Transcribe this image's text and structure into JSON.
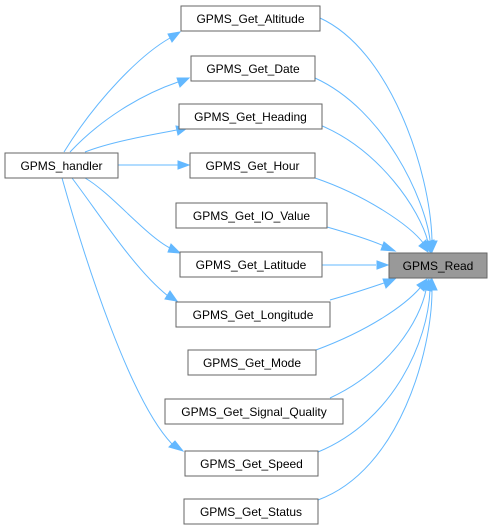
{
  "nodes": {
    "read": "GPMS_Read",
    "handler": "GPMS_handler",
    "altitude": "GPMS_Get_Altitude",
    "date": "GPMS_Get_Date",
    "heading": "GPMS_Get_Heading",
    "hour": "GPMS_Get_Hour",
    "io_value": "GPMS_Get_IO_Value",
    "latitude": "GPMS_Get_Latitude",
    "longitude": "GPMS_Get_Longitude",
    "mode": "GPMS_Get_Mode",
    "signal_quality": "GPMS_Get_Signal_Quality",
    "speed": "GPMS_Get_Speed",
    "status": "GPMS_Get_Status"
  },
  "edges": [
    {
      "from": "handler",
      "to": "altitude"
    },
    {
      "from": "handler",
      "to": "date"
    },
    {
      "from": "handler",
      "to": "heading"
    },
    {
      "from": "handler",
      "to": "hour"
    },
    {
      "from": "handler",
      "to": "latitude"
    },
    {
      "from": "handler",
      "to": "longitude"
    },
    {
      "from": "handler",
      "to": "speed"
    },
    {
      "from": "altitude",
      "to": "read"
    },
    {
      "from": "date",
      "to": "read"
    },
    {
      "from": "heading",
      "to": "read"
    },
    {
      "from": "hour",
      "to": "read"
    },
    {
      "from": "io_value",
      "to": "read"
    },
    {
      "from": "latitude",
      "to": "read"
    },
    {
      "from": "longitude",
      "to": "read"
    },
    {
      "from": "mode",
      "to": "read"
    },
    {
      "from": "signal_quality",
      "to": "read"
    },
    {
      "from": "speed",
      "to": "read"
    },
    {
      "from": "status",
      "to": "read"
    }
  ],
  "colors": {
    "edge": "#63b8ff",
    "node_border": "#666666",
    "highlight_fill": "#999999"
  }
}
